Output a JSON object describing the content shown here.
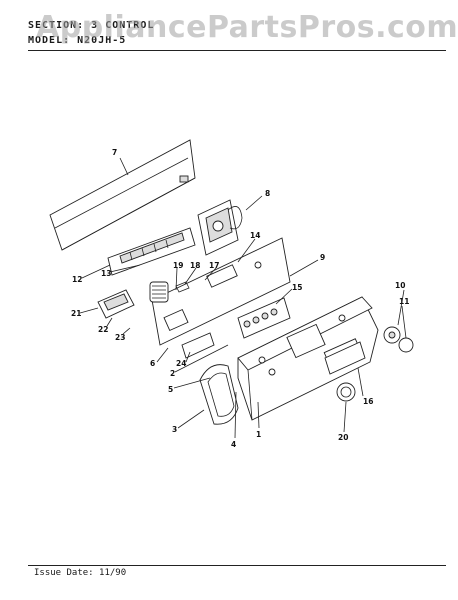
{
  "header": {
    "section": "SECTION: 3  CONTROL",
    "model": "MODEL: N20JH-5"
  },
  "watermark": "AppliancePartsPros.com",
  "footer": {
    "issue_date": "Issue Date: 11/90"
  },
  "callouts": [
    "1",
    "2",
    "3",
    "4",
    "5",
    "6",
    "7",
    "8",
    "9",
    "10",
    "11",
    "12",
    "13",
    "14",
    "15",
    "16",
    "17",
    "18",
    "19",
    "20",
    "21",
    "22",
    "23",
    "24"
  ]
}
